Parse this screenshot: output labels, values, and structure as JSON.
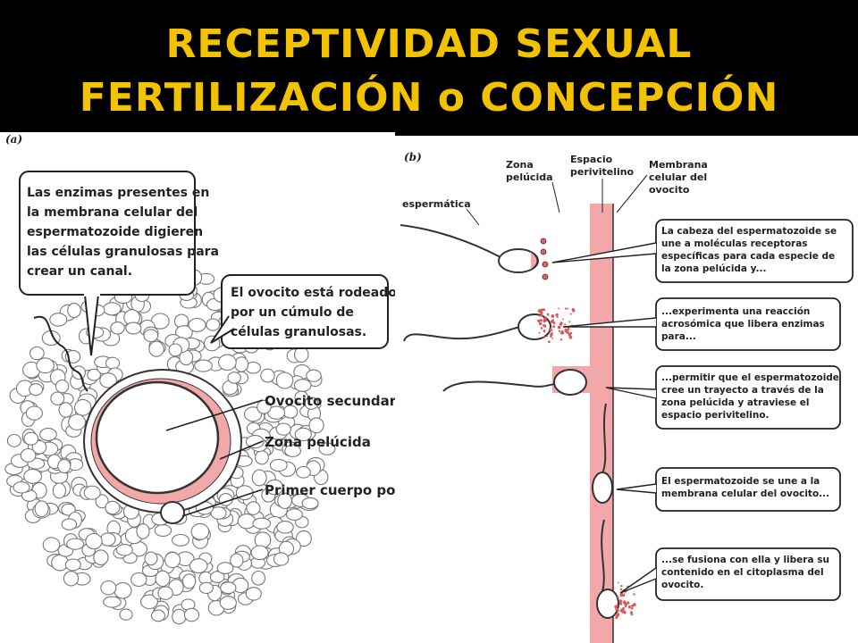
{
  "title": {
    "line1": "RECEPTIVIDAD SEXUAL",
    "line2": "FERTILIZACIÓN o CONCEPCIÓN"
  },
  "panel_a": {
    "letter": "(a)",
    "enzymes_box": [
      "Las enzimas presentes en",
      "la membrana celular del",
      "espermatozoide digieren",
      "las células granulosas para",
      "crear un canal."
    ],
    "oocyte_box": [
      "El ovocito está rodeado",
      "por un cúmulo de",
      "células granulosas."
    ],
    "labels": {
      "secondary_oocyte": "Ovocito secundario",
      "zona": "Zona pelúcida",
      "polar_body": "Primer cuerpo polar"
    }
  },
  "panel_b": {
    "letter": "(b)",
    "top_labels": {
      "sperm": "espermática",
      "zona": [
        "Zona",
        "pelúcida"
      ],
      "space": [
        "Espacio",
        "perivitelino"
      ],
      "membrane": [
        "Membrana",
        "celular del",
        "ovocito"
      ]
    },
    "steps": [
      [
        "La cabeza del espermatozoide se",
        "une a moléculas receptoras",
        "específicas para cada especie de",
        "la zona pelúcida y..."
      ],
      [
        "...experimenta una reacción",
        "acrosómica que libera enzimas",
        "para..."
      ],
      [
        "...permitir que el espermatozoide",
        "cree un trayecto a través de la",
        "zona pelúcida y atraviese el",
        "espacio perivitelino."
      ],
      [
        "El espermatozoide se une a la",
        "membrana celular del ovocito..."
      ],
      [
        "...se fusiona con ella y libera su",
        "contenido en el citoplasma del",
        "ovocito."
      ]
    ]
  },
  "colors": {
    "title": "#f2c200",
    "pink": "#f2a8a8",
    "ink": "#222222"
  }
}
